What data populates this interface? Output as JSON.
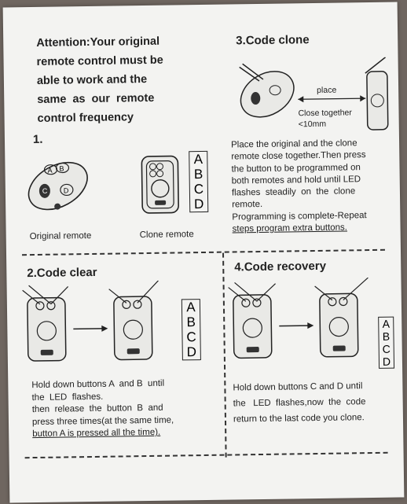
{
  "attention": {
    "lines": [
      "Attention:Your original",
      "remote control must be",
      "able to work and the",
      "same  as  our  remote",
      "control frequency"
    ]
  },
  "section1": {
    "number": "1.",
    "original_label": "Original remote",
    "clone_label": "Clone remote",
    "column_letters": [
      "A",
      "B",
      "C",
      "D"
    ],
    "button_letters": {
      "a": "A",
      "b": "B",
      "c": "C",
      "d": "D"
    }
  },
  "section3": {
    "title": "3.Code clone",
    "place_label": "place",
    "close_label_1": "Close together",
    "close_label_2": "<10mm",
    "text": [
      "Place the original and the clone",
      "remote close together.Then press",
      "the button to be programmed on",
      "both remotes and hold until LED",
      "flashes  steadily  on  the  clone",
      "remote.",
      "Programming is complete-Repeat",
      "steps program extra buttons."
    ]
  },
  "section2": {
    "title": "2.Code clear",
    "column_letters": [
      "A",
      "B",
      "C",
      "D"
    ],
    "text": [
      "Hold down buttons A  and B  until",
      "the  LED  flashes.",
      "then  release  the  button  B  and",
      "press three times(at the same time,",
      "button A is pressed all the time)."
    ]
  },
  "section4": {
    "title": "4.Code recovery",
    "column_letters": [
      "A",
      "B",
      "C",
      "D"
    ],
    "text": [
      "Hold down buttons C and D until",
      "the   LED  flashes,now  the  code",
      "return to the last code you clone."
    ]
  }
}
